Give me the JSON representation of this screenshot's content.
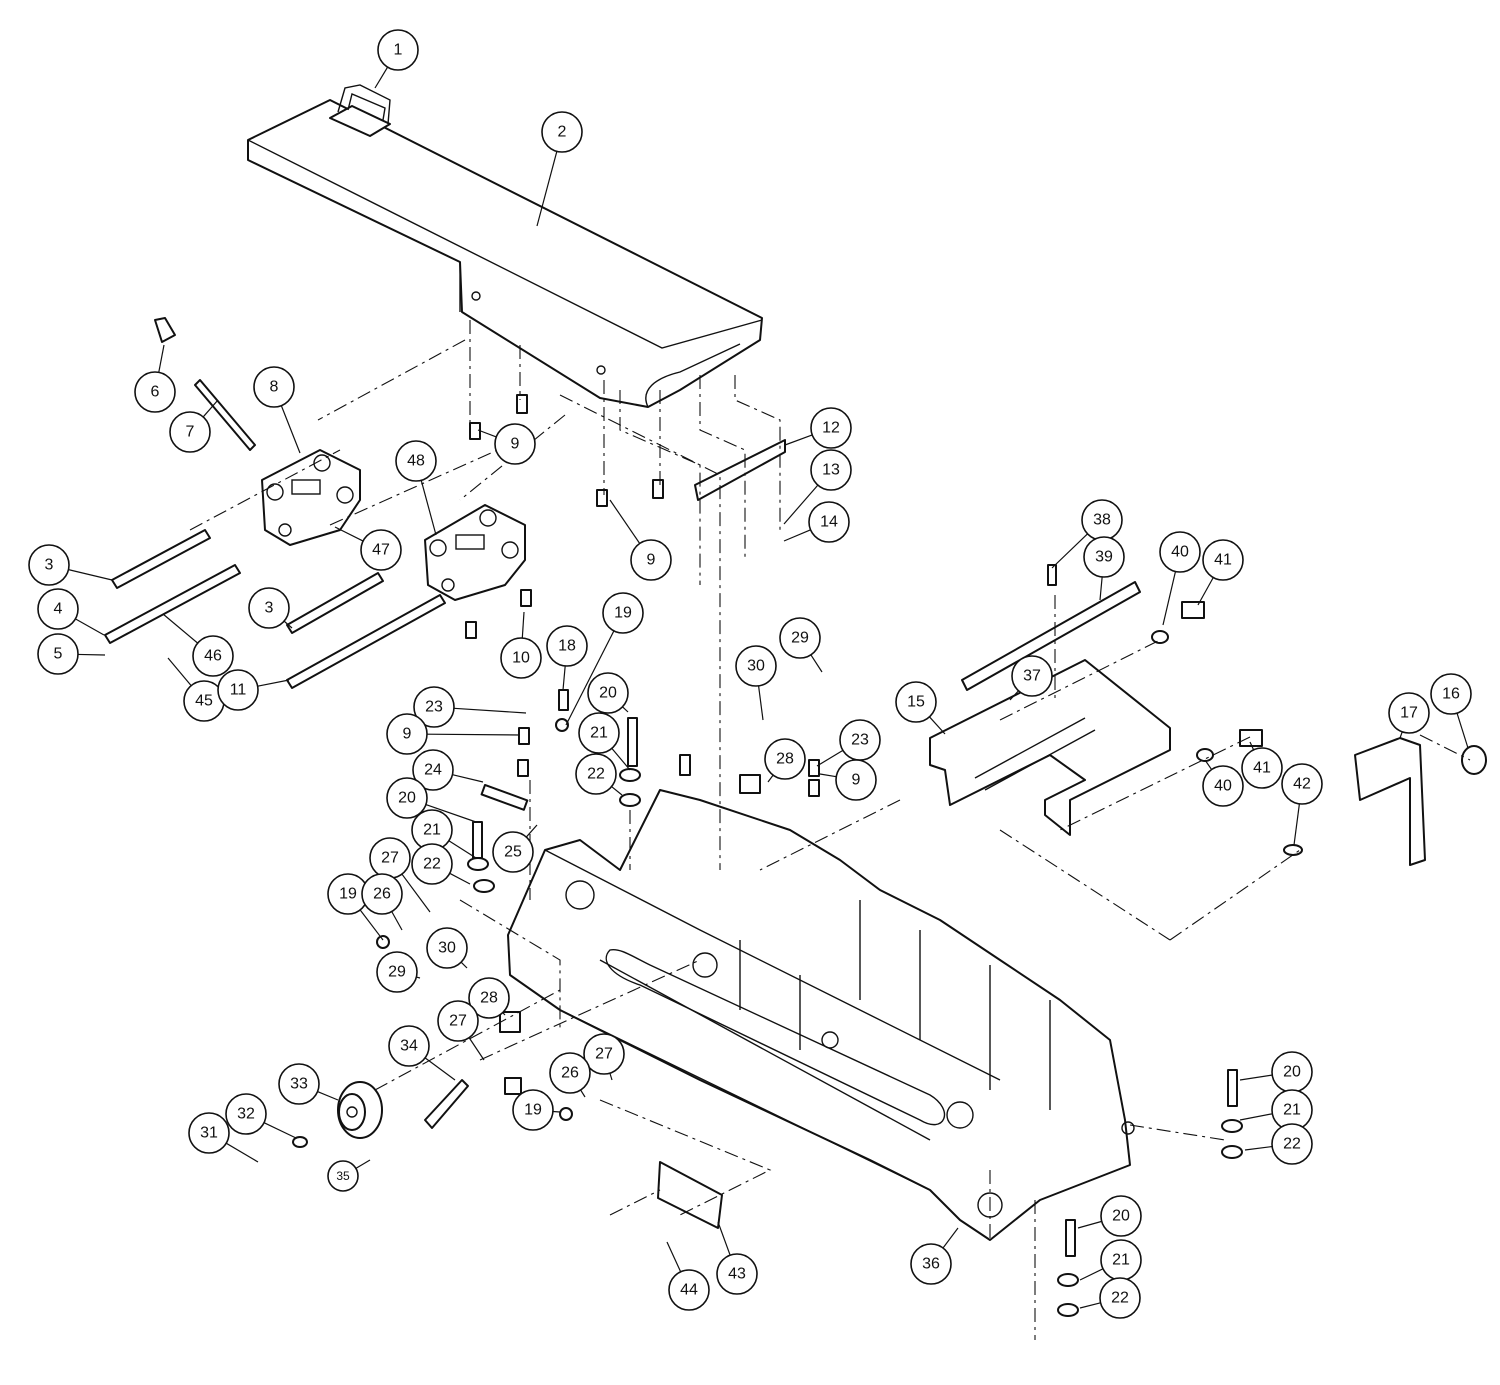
{
  "labels": [
    {
      "text": "1"
    },
    {
      "text": "2"
    },
    {
      "text": "6"
    },
    {
      "text": "7"
    },
    {
      "text": "8"
    },
    {
      "text": "9"
    },
    {
      "text": "12"
    },
    {
      "text": "13"
    },
    {
      "text": "14"
    },
    {
      "text": "48"
    },
    {
      "text": "9"
    },
    {
      "text": "3"
    },
    {
      "text": "47"
    },
    {
      "text": "4"
    },
    {
      "text": "5"
    },
    {
      "text": "46"
    },
    {
      "text": "45"
    },
    {
      "text": "3"
    },
    {
      "text": "10"
    },
    {
      "text": "11"
    },
    {
      "text": "38"
    },
    {
      "text": "39"
    },
    {
      "text": "40"
    },
    {
      "text": "41"
    },
    {
      "text": "19"
    },
    {
      "text": "29"
    },
    {
      "text": "18"
    },
    {
      "text": "20"
    },
    {
      "text": "30"
    },
    {
      "text": "37"
    },
    {
      "text": "15"
    },
    {
      "text": "16"
    },
    {
      "text": "17"
    },
    {
      "text": "23"
    },
    {
      "text": "9"
    },
    {
      "text": "21"
    },
    {
      "text": "22"
    },
    {
      "text": "28"
    },
    {
      "text": "23"
    },
    {
      "text": "9"
    },
    {
      "text": "41"
    },
    {
      "text": "40"
    },
    {
      "text": "42"
    },
    {
      "text": "24"
    },
    {
      "text": "20"
    },
    {
      "text": "25"
    },
    {
      "text": "21"
    },
    {
      "text": "22"
    },
    {
      "text": "27"
    },
    {
      "text": "19"
    },
    {
      "text": "26"
    },
    {
      "text": "30"
    },
    {
      "text": "29"
    },
    {
      "text": "28"
    },
    {
      "text": "27"
    },
    {
      "text": "34"
    },
    {
      "text": "27"
    },
    {
      "text": "33"
    },
    {
      "text": "26"
    },
    {
      "text": "32"
    },
    {
      "text": "19"
    },
    {
      "text": "31"
    },
    {
      "text": "35"
    },
    {
      "text": "20"
    },
    {
      "text": "21"
    },
    {
      "text": "22"
    },
    {
      "text": "43"
    },
    {
      "text": "44"
    },
    {
      "text": "36"
    },
    {
      "text": "20"
    },
    {
      "text": "21"
    },
    {
      "text": "22"
    }
  ]
}
